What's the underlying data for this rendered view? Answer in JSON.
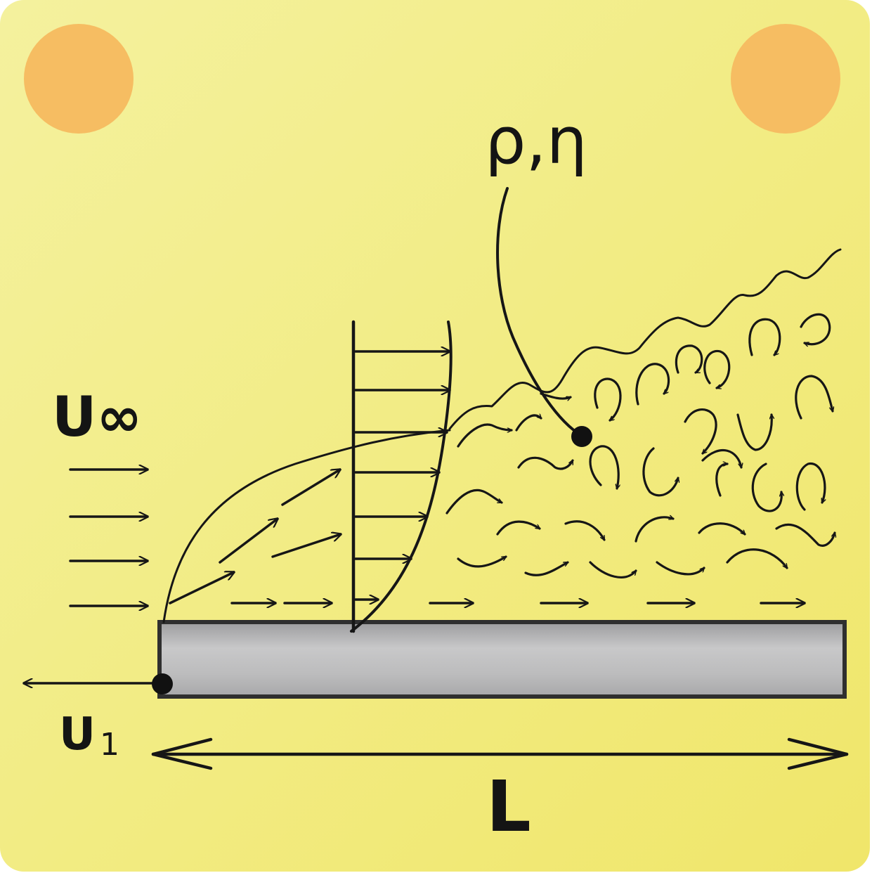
{
  "labels": {
    "density_viscosity": "ρ,η",
    "freestream_velocity": "U∞",
    "plate_velocity": "U",
    "plate_velocity_subscript": "1",
    "length": "L"
  },
  "colors": {
    "background": "#f2ec84",
    "pin": "#f6bd62",
    "plate": "#b9b9ba",
    "ink": "#161616"
  }
}
